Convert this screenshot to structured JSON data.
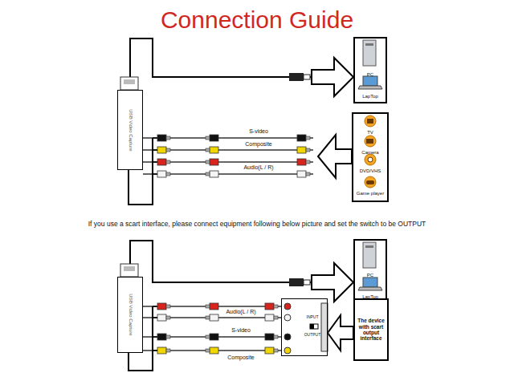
{
  "diagram": {
    "title": "Connection Guide",
    "nodes": [
      {
        "text": [
          "USB Video Capture"
        ]
      },
      {
        "text": [
          "PC",
          "LapTop"
        ]
      },
      {
        "text": [
          "TV",
          "Camera",
          "DVD/VHS",
          "Game player"
        ]
      },
      {
        "text": [
          "USB Video Capture"
        ]
      },
      {
        "text": [
          "PC",
          "LapTop"
        ]
      },
      {
        "text": [
          "INPUT",
          "OUTPUT"
        ]
      },
      {
        "text": [
          "The device with scart output interface"
        ]
      }
    ],
    "edges": [
      {
        "from": 0,
        "to": 1,
        "arrow": "to"
      },
      {
        "from": 2,
        "to": 0,
        "arrow": "to"
      },
      {
        "from": 3,
        "to": 4,
        "arrow": "to"
      },
      {
        "from": 5,
        "to": 3,
        "arrow": "none"
      },
      {
        "from": 6,
        "to": 5,
        "arrow": "to"
      }
    ],
    "labels": [
      "S-video",
      "Composite",
      "Audio(L / R)",
      "If you use a scart interface, please connect equipment following below picture and set the switch to be OUTPUT",
      "Audio(L / R)",
      "S-video",
      "Composite"
    ]
  }
}
